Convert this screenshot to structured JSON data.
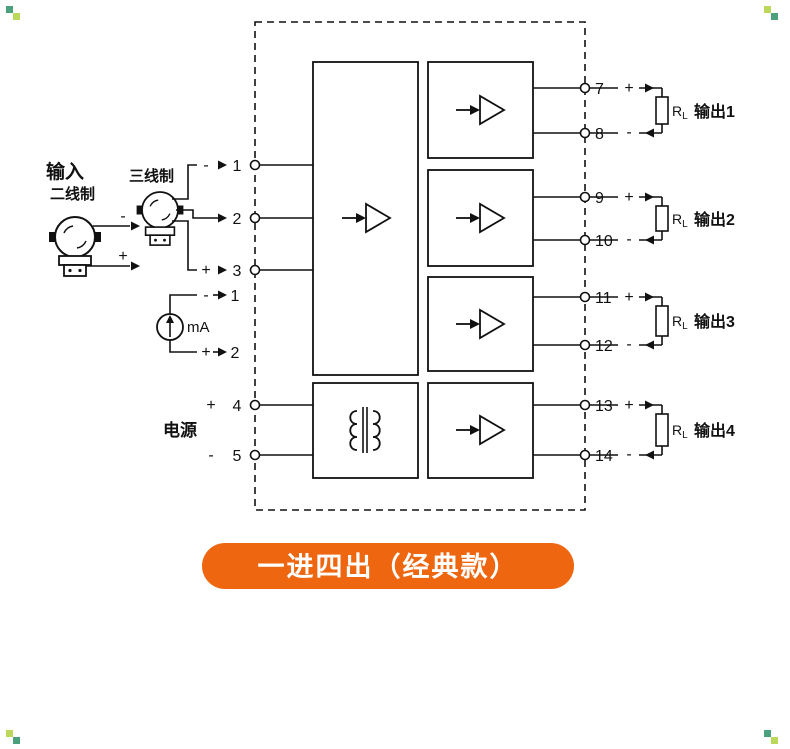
{
  "banner": {
    "label": "一进四出（经典款）",
    "bg": "#ee660f",
    "text_color": "#ffffff"
  },
  "input_section": {
    "title": "输入",
    "two_wire": {
      "label": "二线制",
      "top_sign": "-",
      "bottom_sign": "+"
    },
    "three_wire": {
      "label": "三线制"
    },
    "ma_source": {
      "label": "mA",
      "terminals": [
        {
          "sign": "-",
          "num": "1"
        },
        {
          "sign": "+",
          "num": "2"
        }
      ]
    }
  },
  "power_section": {
    "label": "电源"
  },
  "left_terminals": [
    {
      "sign": "-",
      "num": "1"
    },
    {
      "sign": "",
      "num": "2"
    },
    {
      "sign": "+",
      "num": "3"
    },
    {
      "sign": "+",
      "num": "4"
    },
    {
      "sign": "-",
      "num": "5"
    }
  ],
  "outputs": [
    {
      "label": "输出1",
      "top": {
        "num": "7",
        "sign": "+"
      },
      "bottom": {
        "num": "8",
        "sign": "-"
      }
    },
    {
      "label": "输出2",
      "top": {
        "num": "9",
        "sign": "+"
      },
      "bottom": {
        "num": "10",
        "sign": "-"
      }
    },
    {
      "label": "输出3",
      "top": {
        "num": "11",
        "sign": "+"
      },
      "bottom": {
        "num": "12",
        "sign": "-"
      }
    },
    {
      "label": "输出4",
      "top": {
        "num": "13",
        "sign": "+"
      },
      "bottom": {
        "num": "14",
        "sign": "-"
      }
    }
  ],
  "resistor": {
    "main": "R",
    "sub": "L"
  },
  "corner_marks": {
    "dark": "#4aa17c",
    "light": "#bcd85a"
  }
}
